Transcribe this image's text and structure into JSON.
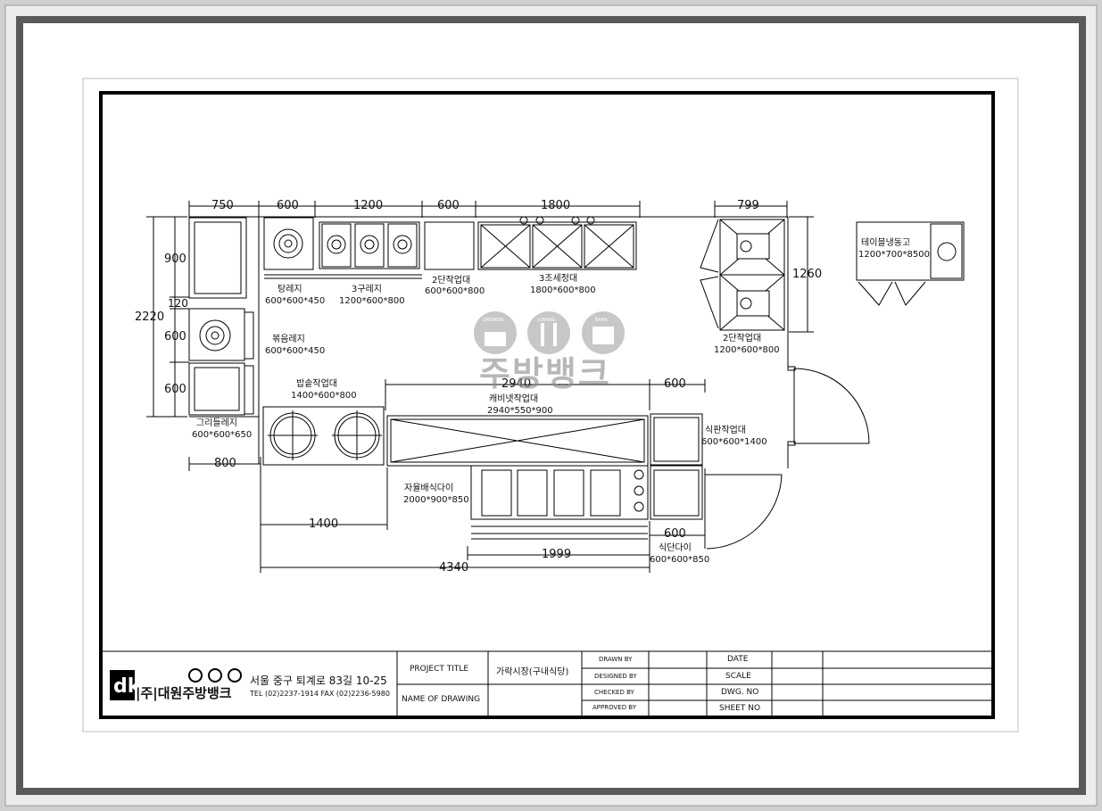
{
  "dimensions": {
    "top": [
      "750",
      "600",
      "1200",
      "600",
      "1800"
    ],
    "right_top": "799",
    "right_side": "1260",
    "left_total": "2220",
    "left_parts": [
      "900",
      "120",
      "600",
      "600"
    ],
    "bottom_800": "800",
    "d2940": "2940",
    "d600_a": "600",
    "d1400": "1400",
    "d600_b": "600",
    "d1999": "1999",
    "d4340": "4340"
  },
  "equipment": {
    "range_single": {
      "name": "탕레지",
      "spec": "600*600*450"
    },
    "range_3": {
      "name": "3구레지",
      "spec": "1200*600*800"
    },
    "table_2tier_a": {
      "name": "2단작업대",
      "spec": "600*600*800"
    },
    "sink_3": {
      "name": "3조세정대",
      "spec": "1800*600*800"
    },
    "table_2tier_b": {
      "name": "2단작업대",
      "spec": "1200*600*800"
    },
    "table_fridge": {
      "name": "테이블냉동고",
      "spec": "1200*700*8500"
    },
    "stir_range": {
      "name": "볶음레지",
      "spec": "600*600*450"
    },
    "rice_table": {
      "name": "밥솥작업대",
      "spec": "1400*600*800"
    },
    "cabinet_table": {
      "name": "캐비넷작업대",
      "spec": "2940*550*900"
    },
    "tray_table": {
      "name": "식판작업대",
      "spec": "600*600*1400"
    },
    "griddle": {
      "name": "그리들레지",
      "spec": "600*600*650"
    },
    "bainmarie": {
      "name": "자율배식다이",
      "spec": "2000*900*850"
    },
    "tray_stand": {
      "name": "식단다이",
      "spec": "600*600*850"
    }
  },
  "watermark": {
    "sub": [
      "DAEWON",
      "JUBANG",
      "BANK"
    ],
    "text": "주방뱅크"
  },
  "titleblock": {
    "logo": "dk",
    "company": "|주|대원주방뱅크",
    "address": "서울 중구 퇴계로 83길 10-25",
    "tel": "TEL (02)2237-1914  FAX (02)2236-5980",
    "project_title_label": "PROJECT TITLE",
    "project_title": "가락시장(구내식당)",
    "name_of_drawing_label": "NAME OF DRAWING",
    "drawn_by": "DRAWN BY",
    "designed_by": "DESIGNED BY",
    "checked_by": "CHECKED BY",
    "approved_by": "APPROVED BY",
    "date": "DATE",
    "scale": "SCALE",
    "dwg_no": "DWG. NO",
    "sheet_no": "SHEET NO"
  }
}
